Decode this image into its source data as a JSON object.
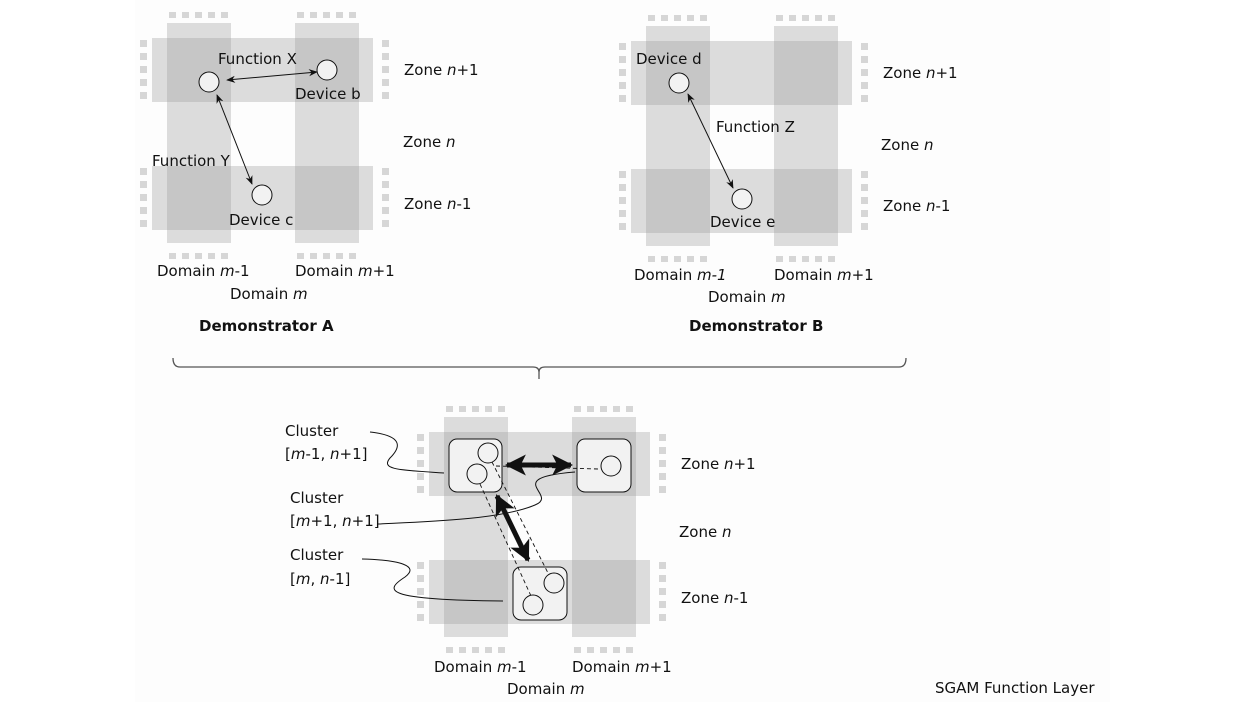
{
  "demonstrator_a": {
    "title": "Demonstrator A",
    "functions": [
      "Function X",
      "Function Y"
    ],
    "devices": [
      "Device b",
      "Device c"
    ],
    "zones": [
      {
        "pre": "Zone ",
        "var": "n",
        "suf": "+1"
      },
      {
        "pre": "Zone ",
        "var": "n",
        "suf": ""
      },
      {
        "pre": "Zone ",
        "var": "n",
        "suf": "-1"
      }
    ],
    "domains": [
      {
        "pre": "Domain ",
        "var": "m",
        "suf": "-1"
      },
      {
        "pre": "Domain ",
        "var": "m",
        "suf": "+1"
      },
      {
        "pre": "Domain ",
        "var": "m",
        "suf": ""
      }
    ]
  },
  "demonstrator_b": {
    "title": "Demonstrator B",
    "functions": [
      "Function Z"
    ],
    "devices": [
      "Device d",
      "Device e"
    ],
    "zones": [
      {
        "pre": "Zone ",
        "var": "n",
        "suf": "+1"
      },
      {
        "pre": "Zone ",
        "var": "n",
        "suf": ""
      },
      {
        "pre": "Zone ",
        "var": "n",
        "suf": "-1"
      }
    ],
    "domains": [
      {
        "pre": "Domain ",
        "var": "m-1",
        "suf": ""
      },
      {
        "pre": "Domain ",
        "var": "m",
        "suf": "+1"
      },
      {
        "pre": "Domain ",
        "var": "m",
        "suf": ""
      }
    ]
  },
  "combined": {
    "clusters": [
      {
        "title": "Cluster",
        "open": "[",
        "a": "m",
        "a_suf": "-1, ",
        "b": "n",
        "b_suf": "+1]"
      },
      {
        "title": "Cluster",
        "open": "[",
        "a": "m",
        "a_suf": "+1, ",
        "b": "n",
        "b_suf": "+1]"
      },
      {
        "title": "Cluster",
        "open": "[",
        "a": "m",
        "a_suf": ", ",
        "b": "n",
        "b_suf": "-1]"
      }
    ],
    "zones": [
      {
        "pre": "Zone ",
        "var": "n",
        "suf": "+1"
      },
      {
        "pre": "Zone ",
        "var": "n",
        "suf": ""
      },
      {
        "pre": "Zone ",
        "var": "n",
        "suf": "-1"
      }
    ],
    "domains": [
      {
        "pre": "Domain ",
        "var": "m",
        "suf": "-1"
      },
      {
        "pre": "Domain ",
        "var": "m",
        "suf": "+1"
      },
      {
        "pre": "Domain ",
        "var": "m",
        "suf": ""
      }
    ]
  },
  "footer": {
    "layer_label": "SGAM Function Layer"
  },
  "colors": {
    "bar": "#d9d9d9",
    "overlap": "#c8c8c8",
    "dash": "#d6d6d6",
    "node_fill": "#f2f2f2",
    "stroke": "#111111",
    "panel": "#fdfdfd"
  }
}
